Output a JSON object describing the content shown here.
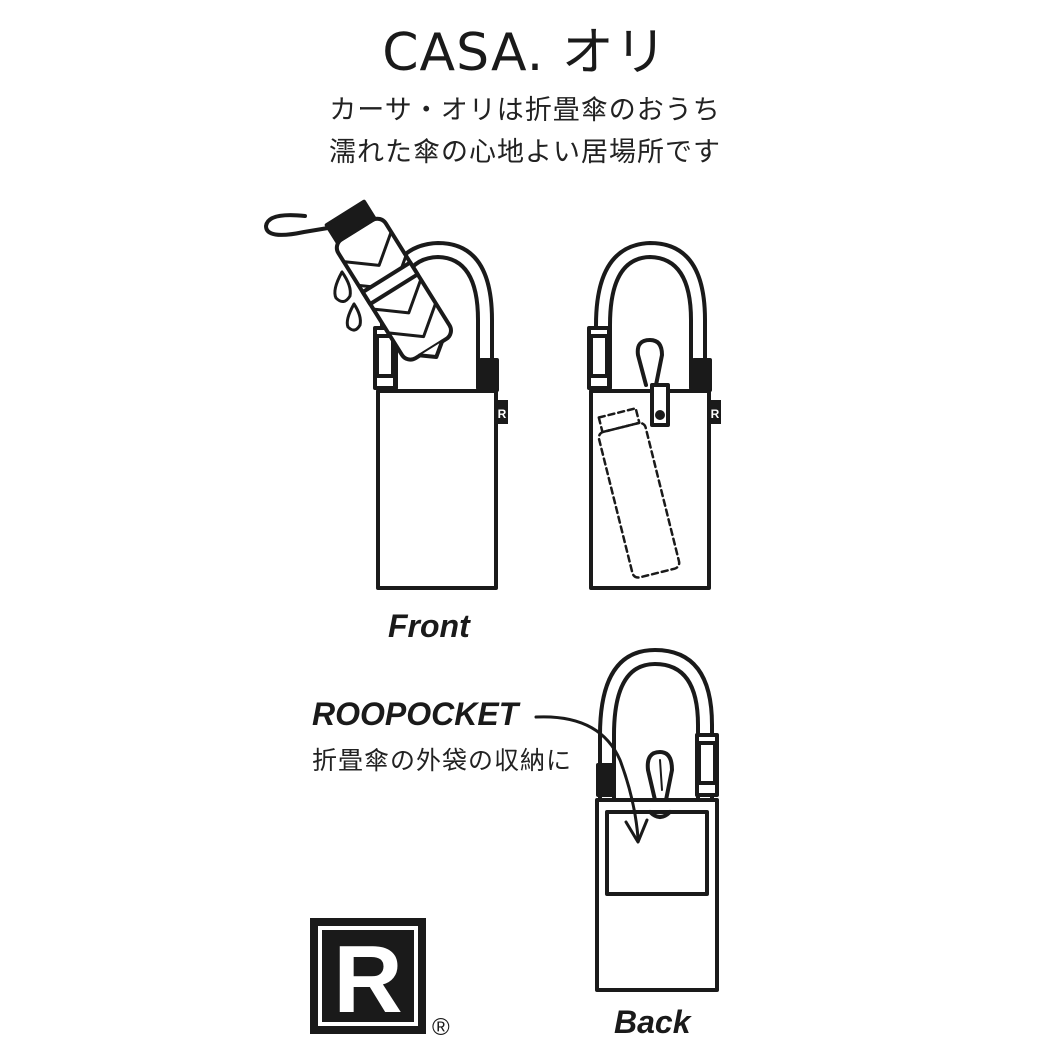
{
  "header": {
    "title": "CASA. オリ",
    "subtitle_line1": "カーサ・オリは折畳傘のおうち",
    "subtitle_line2": "濡れた傘の心地よい居場所です"
  },
  "labels": {
    "front": "Front",
    "back": "Back",
    "pocket_name": "ROOPOCKET",
    "pocket_desc": "折畳傘の外袋の収納に"
  },
  "brand": {
    "badge_letter": "R",
    "tag_letter": "R",
    "registered_mark": "®"
  },
  "colors": {
    "ink": "#1a1a1a",
    "background": "#ffffff"
  },
  "icons": [
    "umbrella-icon",
    "water-drop-icon",
    "carabiner-icon",
    "arrow-icon",
    "brand-logo-icon"
  ]
}
